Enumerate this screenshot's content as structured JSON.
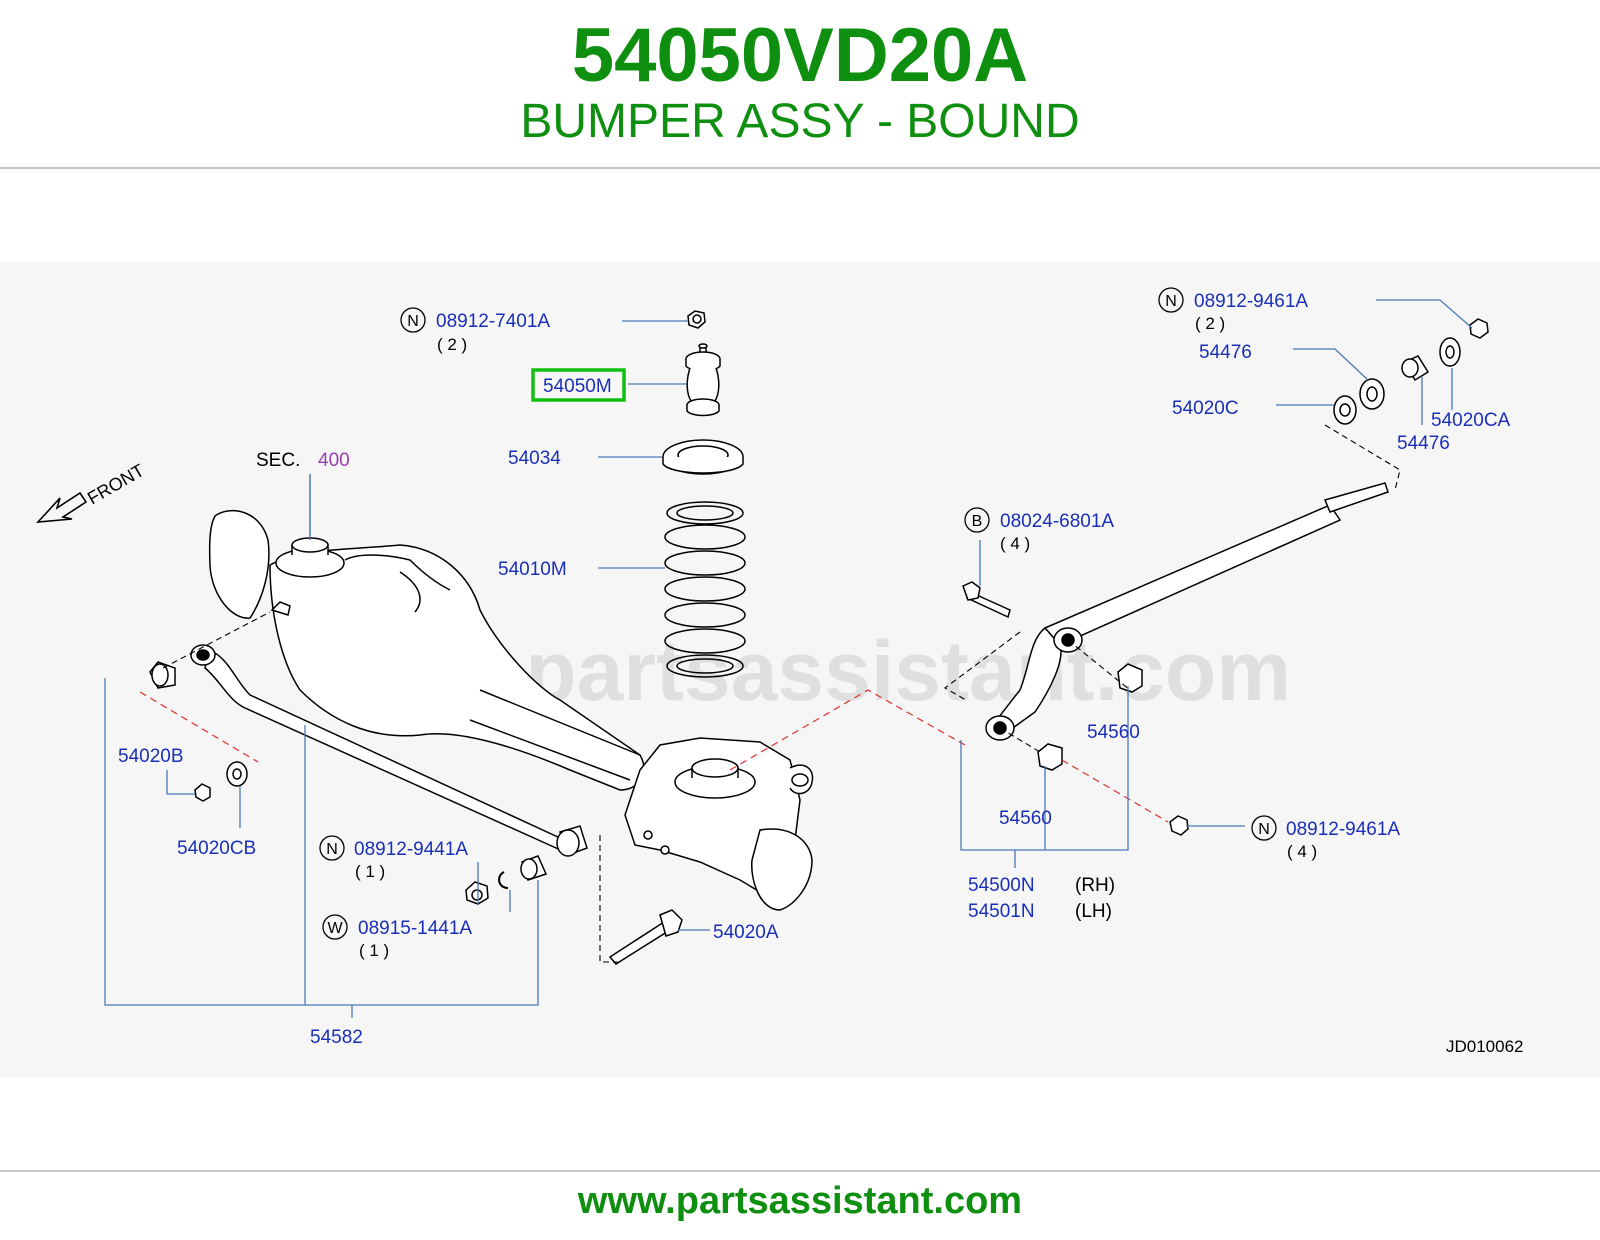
{
  "header": {
    "part_number": "54050VD20A",
    "part_name": "BUMPER ASSY - BOUND"
  },
  "footer": {
    "site": "www.partsassistant.com"
  },
  "diagram": {
    "watermark": "www.partsassistant.com",
    "front_label": "FRONT",
    "sec_label": "SEC.",
    "sec_number": "400",
    "diagram_id": "JD010062",
    "highlight_color": "#10c010",
    "callouts": {
      "n_7401": {
        "marker": "N",
        "part": "08912-7401A",
        "qty": "( 2 )"
      },
      "bumper": {
        "part": "54050M"
      },
      "seat": {
        "part": "54034"
      },
      "spring": {
        "part": "54010M"
      },
      "n_9461_top": {
        "marker": "N",
        "part": "08912-9461A",
        "qty": "( 2 )"
      },
      "p54476_a": {
        "part": "54476"
      },
      "p54020C": {
        "part": "54020C"
      },
      "p54020CA": {
        "part": "54020CA"
      },
      "p54476_b": {
        "part": "54476"
      },
      "b_6801": {
        "marker": "B",
        "part": "08024-6801A",
        "qty": "( 4 )"
      },
      "p54560_a": {
        "part": "54560"
      },
      "p54560_b": {
        "part": "54560"
      },
      "n_9461_right": {
        "marker": "N",
        "part": "08912-9461A",
        "qty": "( 4 )"
      },
      "p54500N": {
        "part": "54500N",
        "side": "(RH)"
      },
      "p54501N": {
        "part": "54501N",
        "side": "(LH)"
      },
      "p54020B": {
        "part": "54020B"
      },
      "p54020CB": {
        "part": "54020CB"
      },
      "n_9441": {
        "marker": "N",
        "part": "08912-9441A",
        "qty": "( 1 )"
      },
      "w_1441": {
        "marker": "W",
        "part": "08915-1441A",
        "qty": "( 1 )"
      },
      "p54020A": {
        "part": "54020A"
      },
      "p54582": {
        "part": "54582"
      }
    }
  }
}
